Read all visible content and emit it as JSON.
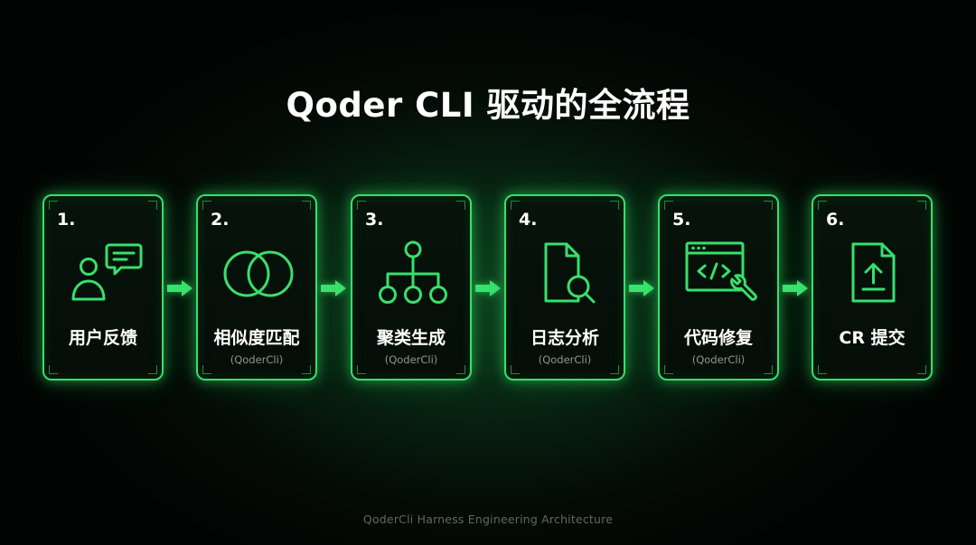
{
  "title": "Qoder CLI 驱动的全流程",
  "accent_color": "#35e06a",
  "steps": [
    {
      "number": "1.",
      "label": "用户反馈",
      "sub": "",
      "icon": "user-feedback-icon"
    },
    {
      "number": "2.",
      "label": "相似度匹配",
      "sub": "(QoderCli)",
      "icon": "overlapping-circles-icon"
    },
    {
      "number": "3.",
      "label": "聚类生成",
      "sub": "(QoderCli)",
      "icon": "hierarchy-tree-icon"
    },
    {
      "number": "4.",
      "label": "日志分析",
      "sub": "(QoderCli)",
      "icon": "document-search-icon"
    },
    {
      "number": "5.",
      "label": "代码修复",
      "sub": "(QoderCli)",
      "icon": "code-window-wrench-icon"
    },
    {
      "number": "6.",
      "label": "CR 提交",
      "sub": "",
      "icon": "file-upload-icon"
    }
  ],
  "footer": "QoderCli Harness Engineering Architecture"
}
